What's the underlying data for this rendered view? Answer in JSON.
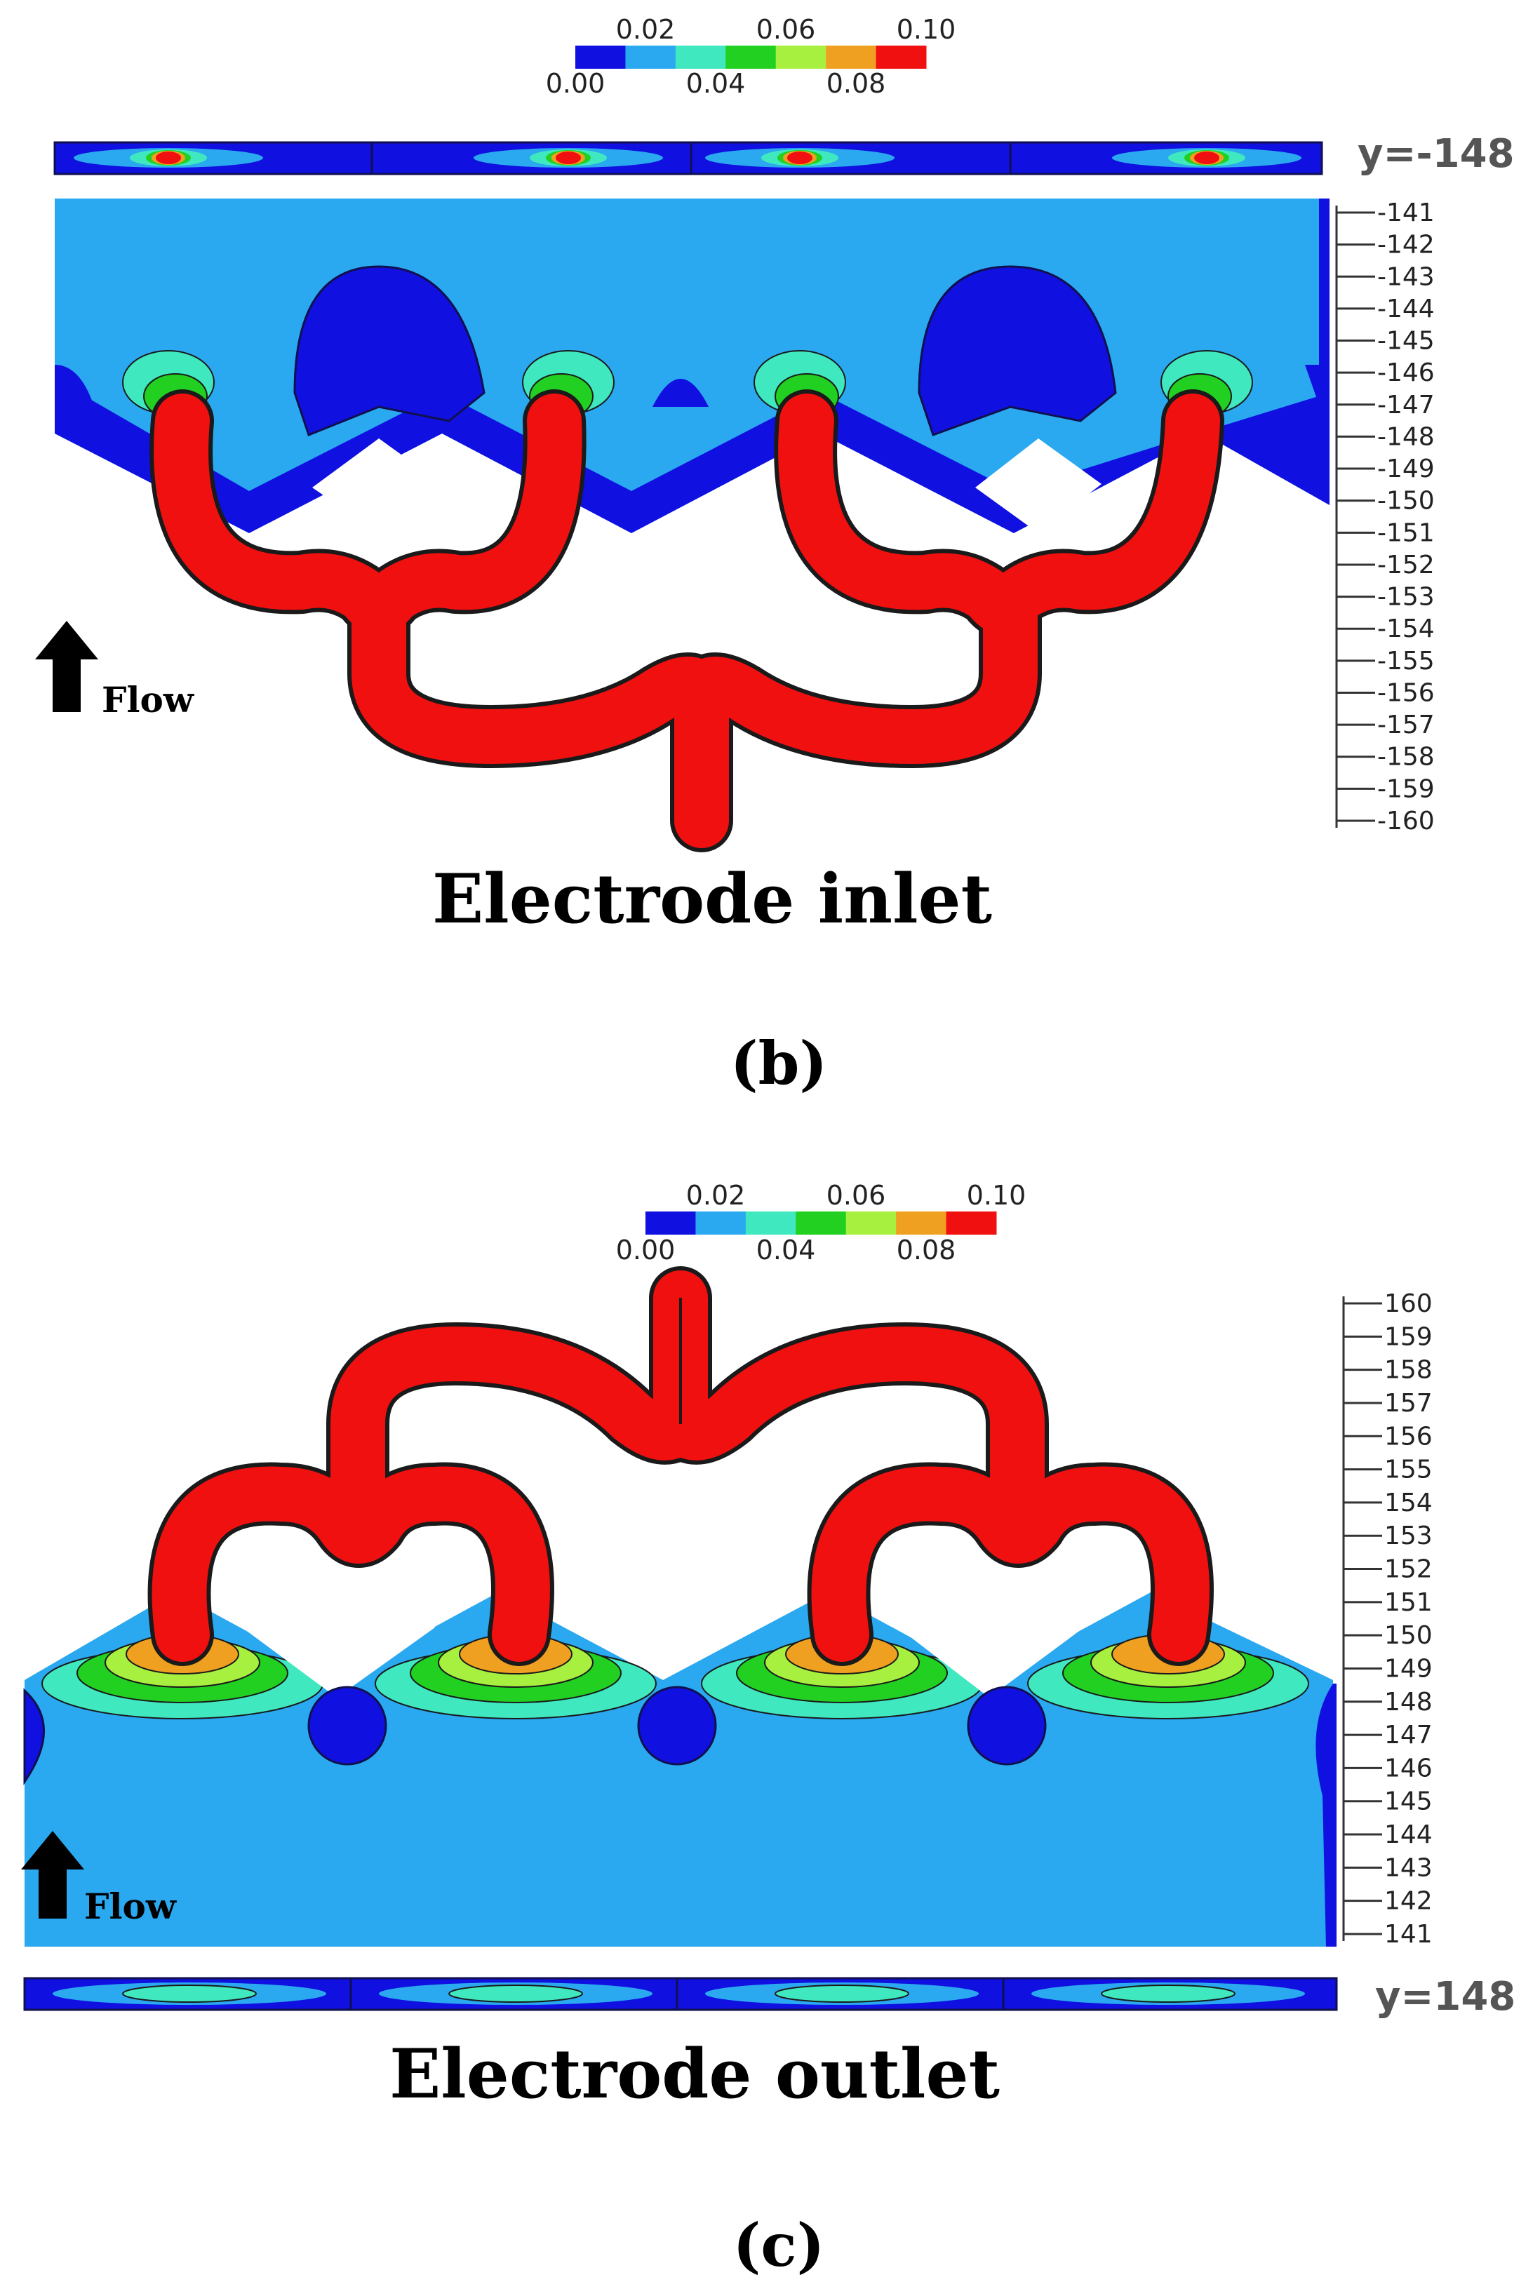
{
  "panel_b": {
    "colorbar": {
      "upper_ticks": [
        "0.02",
        "0.06",
        "0.10"
      ],
      "lower_ticks": [
        "0.00",
        "0.04",
        "0.08"
      ],
      "colors": [
        "#1010e0",
        "#2aa8f0",
        "#40e8c0",
        "#22d022",
        "#a8f040",
        "#f0a020",
        "#f01010"
      ]
    },
    "section_label": "y=-148",
    "scale_ticks": [
      "-141",
      "-142",
      "-143",
      "-144",
      "-145",
      "-146",
      "-147",
      "-148",
      "-149",
      "-150",
      "-151",
      "-152",
      "-153",
      "-154",
      "-155",
      "-156",
      "-157",
      "-158",
      "-159",
      "-160"
    ],
    "flow_label": "Flow",
    "title": "Electrode inlet",
    "caption": "(b)"
  },
  "panel_c": {
    "colorbar": {
      "upper_ticks": [
        "0.02",
        "0.06",
        "0.10"
      ],
      "lower_ticks": [
        "0.00",
        "0.04",
        "0.08"
      ],
      "colors": [
        "#1010e0",
        "#2aa8f0",
        "#40e8c0",
        "#22d022",
        "#a8f040",
        "#f0a020",
        "#f01010"
      ]
    },
    "section_label": "y=148",
    "scale_ticks": [
      "160",
      "159",
      "158",
      "157",
      "156",
      "155",
      "154",
      "153",
      "152",
      "151",
      "150",
      "149",
      "148",
      "147",
      "146",
      "145",
      "144",
      "143",
      "142",
      "141"
    ],
    "flow_label": "Flow",
    "title": "Electrode outlet",
    "caption": "(c)"
  }
}
